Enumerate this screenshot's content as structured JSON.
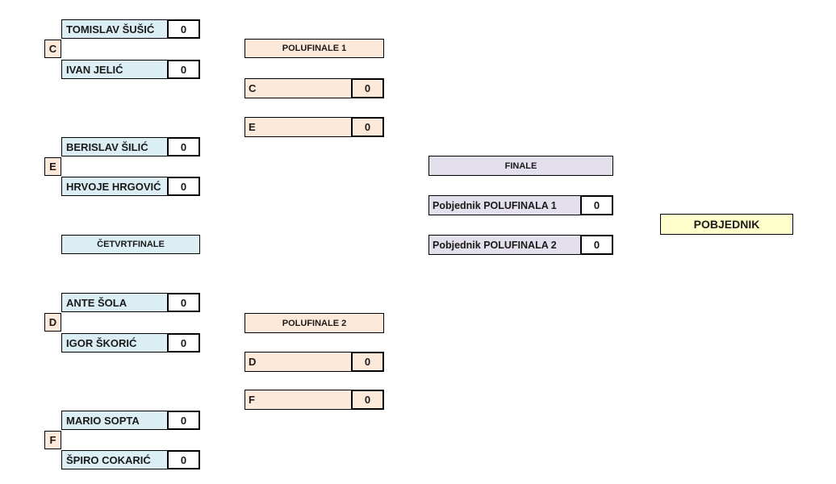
{
  "colors": {
    "quarterfinal_fill": "#daeef3",
    "semifinal_fill": "#fde9d9",
    "final_fill": "#e4dfec",
    "winner_fill": "#ffffcc",
    "group_label_fill": "#fde9d9",
    "score_box_fill": "#ffffff",
    "border": "#000000",
    "text": "#1a1a1a"
  },
  "bracket": {
    "quarterfinal": {
      "header": "ČETVRTFINALE",
      "matches": [
        {
          "group_label": "C",
          "player1": {
            "name": "TOMISLAV ŠUŠIĆ",
            "score": "0"
          },
          "player2": {
            "name": "IVAN JELIĆ",
            "score": "0"
          }
        },
        {
          "group_label": "E",
          "player1": {
            "name": "BERISLAV ŠILIĆ",
            "score": "0"
          },
          "player2": {
            "name": "HRVOJE HRGOVIĆ",
            "score": "0"
          }
        },
        {
          "group_label": "D",
          "player1": {
            "name": "ANTE ŠOLA",
            "score": "0"
          },
          "player2": {
            "name": "IGOR ŠKORIĆ",
            "score": "0"
          }
        },
        {
          "group_label": "F",
          "player1": {
            "name": "MARIO SOPTA",
            "score": "0"
          },
          "player2": {
            "name": "ŠPIRO COKARIĆ",
            "score": "0"
          }
        }
      ]
    },
    "semifinal1": {
      "title": "POLUFINALE 1",
      "entries": [
        {
          "source": "C",
          "score": "0"
        },
        {
          "source": "E",
          "score": "0"
        }
      ]
    },
    "semifinal2": {
      "title": "POLUFINALE 2",
      "entries": [
        {
          "source": "D",
          "score": "0"
        },
        {
          "source": "F",
          "score": "0"
        }
      ]
    },
    "final": {
      "title": "FINALE",
      "entries": [
        {
          "source": "Pobjednik POLUFINALA 1",
          "score": "0"
        },
        {
          "source": "Pobjednik POLUFINALA 2",
          "score": "0"
        }
      ]
    },
    "winner": {
      "label": "POBJEDNIK"
    }
  }
}
